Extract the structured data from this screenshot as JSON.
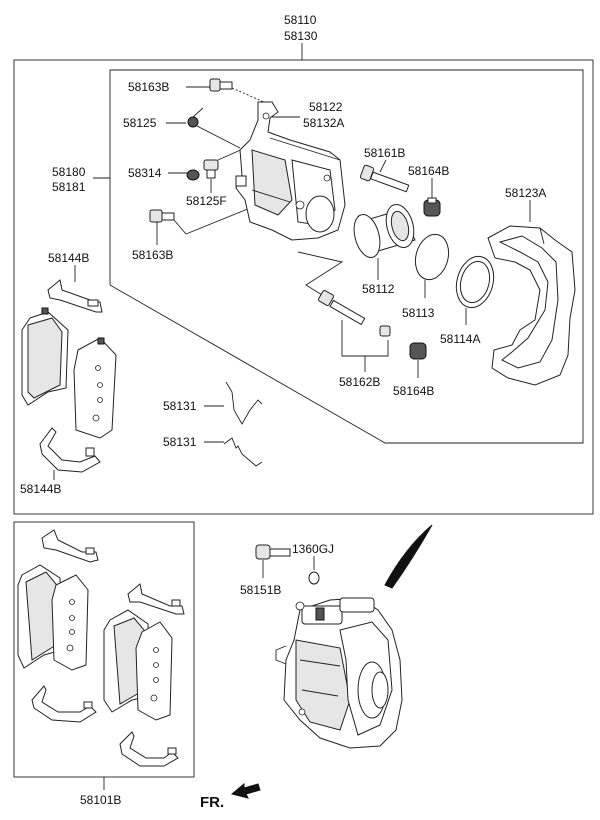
{
  "labels": {
    "assembly_top": "58110",
    "assembly_bottom": "58130",
    "caliper_body_1": "58180",
    "caliper_body_2": "58181",
    "bolt_top": "58163B",
    "bleeder_screw": "58125",
    "bleeder_cap": "58314",
    "bleeder_cap_2": "58125F",
    "bolt_lower": "58163B",
    "housing_1": "58122",
    "housing_2": "58132A",
    "guide_pin": "58161B",
    "boot_upper": "58164B",
    "piston": "58112",
    "piston_seal": "58113",
    "piston_boot": "58114A",
    "carrier": "58123A",
    "guide_pin_lower": "58162B",
    "boot_lower": "58164B",
    "shim_upper": "58144B",
    "wear_sensor_1": "58131",
    "wear_sensor_2": "58131",
    "shim_lower": "58144B",
    "pad_kit": "58101B",
    "washer": "1360GJ",
    "mount_bolt": "58151B",
    "front_indicator": "FR."
  }
}
